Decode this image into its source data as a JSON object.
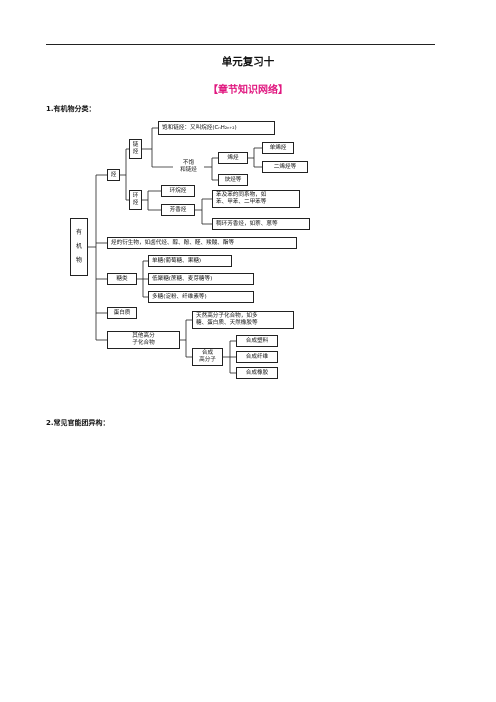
{
  "header": {
    "title": "单元复习十",
    "subtitle": "【章节知识网络】"
  },
  "sections": {
    "s1": "1.有机物分类：",
    "s2": "2.常见官能团异构："
  },
  "diagram": {
    "root": "有\n机\n物",
    "hydrocarbon": "烃",
    "chain": "链\n烃",
    "ring": "环\n烃",
    "saturated": "饱和链烃：又叫烷烃(CₙH₂ₙ₊₂)",
    "unsaturated": "不饱\n和链烃",
    "alkene": "烯烃",
    "mono_alkene": "单烯烃",
    "diene": "二烯烃等",
    "alkyne": "炔烃等",
    "cycloalkane": "环烷烃",
    "aromatic": "芳香烃",
    "benzene_homologs": "苯及苯的同系物，如\n苯、甲苯、二甲苯等",
    "fused_aromatic": "稠环芳香烃，如萘、蒽等",
    "derivatives": "烃的衍生物，如卤代烃、醇、酚、醛、羧酸、酯等",
    "sugars": "糖类",
    "monosaccharide": "单糖(葡萄糖、果糖)",
    "oligosaccharide": "低聚糖(蔗糖、麦芽糖等)",
    "polysaccharide": "多糖(淀粉、纤维素等)",
    "protein": "蛋白质",
    "other_polymers": "其他高分\n子化合物",
    "natural_polymers": "天然高分子化合物，如多\n糖、蛋白质、天然橡胶等",
    "synthetic_polymers": "合成\n高分子",
    "plastics": "合成塑料",
    "fibers": "合成纤维",
    "rubber": "合成橡胶"
  }
}
